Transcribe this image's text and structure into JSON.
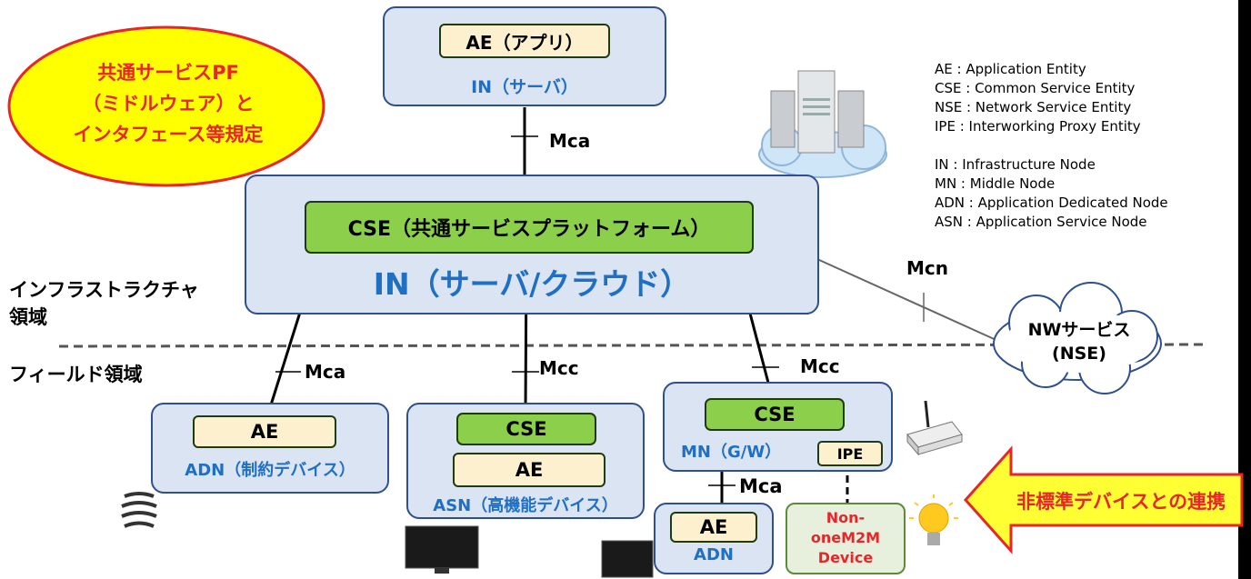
{
  "in_top": {
    "app_label": "AE（アプリ）",
    "node_label": "IN（サーバ）"
  },
  "callout": {
    "lines": [
      "共通サービスPF",
      "（ミドルウェア）と",
      "インタフェース等規定"
    ]
  },
  "in_main": {
    "cse_label": "CSE（共通サービスプラットフォーム）",
    "node_label": "IN（サーバ/クラウド）"
  },
  "interfaces": {
    "mca_top": "Mca",
    "mca_adn": "Mca",
    "mcc_asn": "Mcc",
    "mcc_mn": "Mcc",
    "mca_mn": "Mca",
    "mcn": "Mcn"
  },
  "domains": {
    "infra_line1": "インフラストラクチャ",
    "infra_line2": "領域",
    "field": "フィールド領域"
  },
  "nw_service": {
    "line1": "NWサービス",
    "line2": "(NSE)"
  },
  "adn_node": {
    "ae_label": "AE",
    "node_label": "ADN（制約デバイス）"
  },
  "asn_node": {
    "cse_label": "CSE",
    "ae_label": "AE",
    "node_label": "ASN（高機能デバイス）"
  },
  "mn_node": {
    "cse_label": "CSE",
    "node_label": "MN（G/W）",
    "ipe_label": "IPE"
  },
  "adn_small": {
    "ae_label": "AE",
    "node_label": "ADN"
  },
  "non_onem2m": {
    "line1": "Non-",
    "line2": "oneM2M",
    "line3": "Device"
  },
  "arrow_banner": {
    "label": "非標準デバイスとの連携"
  },
  "legend": {
    "entities": [
      "AE : Application Entity",
      "CSE : Common Service Entity",
      "NSE : Network Service Entity",
      "IPE : Interworking Proxy Entity"
    ],
    "nodes": [
      "IN : Infrastructure Node",
      "MN : Middle Node",
      "ADN : Application Dedicated Node",
      "ASN : Application Service Node"
    ]
  },
  "colors": {
    "node_fill": "#dbe4f3",
    "cse_fill": "#8ccf4a",
    "ae_fill": "#fdf0cf",
    "accent_red": "#e8262a",
    "callout_yellow": "#ffff00",
    "label_blue": "#1f6fc2"
  }
}
